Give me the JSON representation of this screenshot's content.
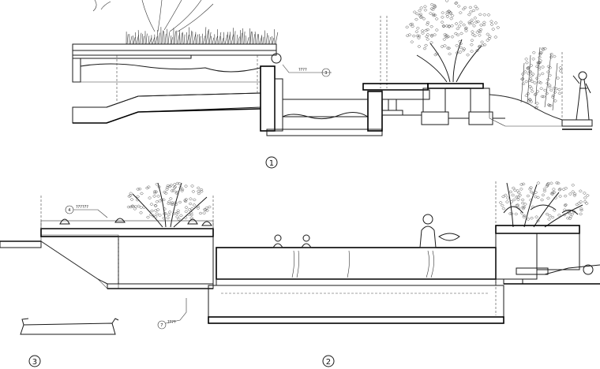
{
  "section_markers": [
    {
      "id": "1",
      "label": "1"
    },
    {
      "id": "2",
      "label": "2"
    },
    {
      "id": "3",
      "label": "3"
    }
  ],
  "callouts": {
    "s1_detail": {
      "number": "3",
      "text": "????"
    },
    "s2_left": {
      "number": "4",
      "text": "??????"
    },
    "s2_bottom": {
      "number": "7",
      "text": "????"
    }
  },
  "colors": {
    "line": "#1a1a1a",
    "paper": "#ffffff"
  }
}
